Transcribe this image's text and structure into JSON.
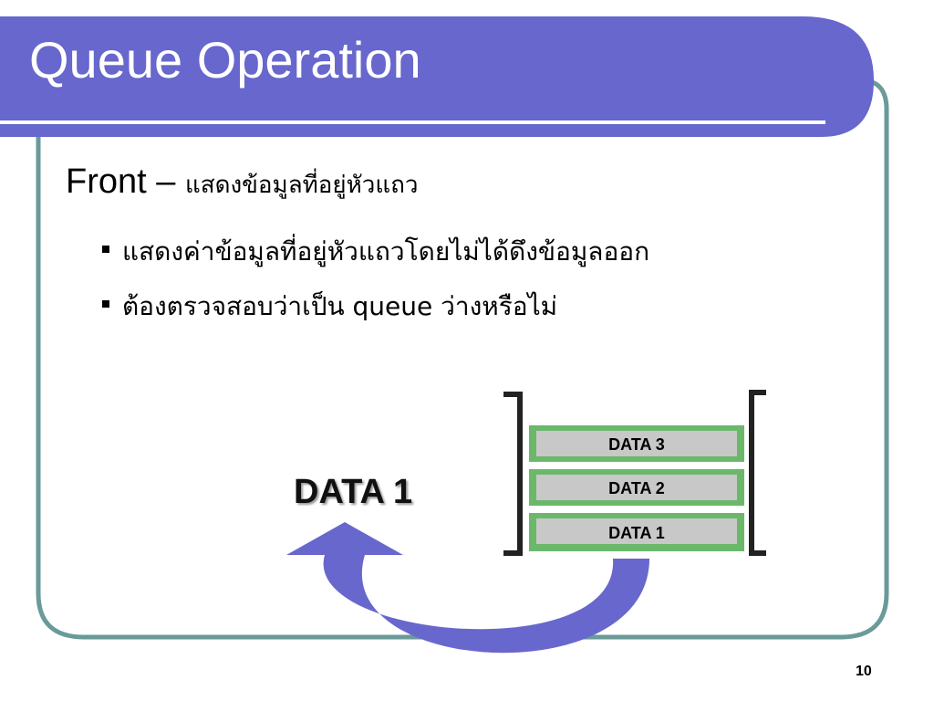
{
  "slide": {
    "title": "Queue Operation",
    "heading_term": "Front –",
    "heading_thai": "แสดงข้อมูลที่อยู่หัวแถว",
    "bullets": [
      "แสดงค่าข้อมูลที่อยู่หัวแถวโดยไม่ได้ดึงข้อมูลออก",
      "ต้องตรวจสอบว่าเป็น queue ว่างหรือไม่"
    ],
    "page_number": "10"
  },
  "diagram": {
    "front_value": "DATA 1",
    "slots": [
      "DATA 3",
      "DATA 2",
      "DATA 1"
    ]
  },
  "colors": {
    "title_bar": "#6767cd",
    "frame_border": "#6a9a9a",
    "slot_fill": "#c8c8c8",
    "slot_border": "#6bb86b",
    "arrow": "#6767cd"
  }
}
